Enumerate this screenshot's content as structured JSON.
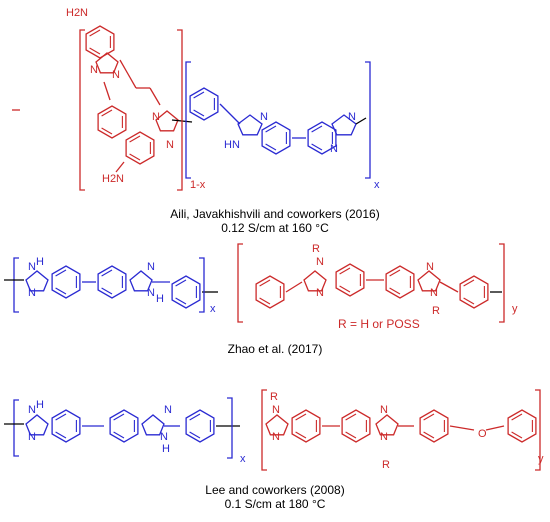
{
  "colors": {
    "red": "#cc2a2a",
    "blue": "#2a2ad2",
    "black": "#000000"
  },
  "structure_1": {
    "nh2_top": "H2N",
    "nh2_bottom": "H2N",
    "sub_1x": "1-x",
    "sub_x": "x",
    "atoms": [
      "N",
      "N",
      "N",
      "N",
      "N",
      "N",
      "HN",
      "N"
    ],
    "caption_line1": "Aili, Javakhishvili and coworkers (2016)",
    "caption_line2": "0.12 S/cm at 160 °C"
  },
  "structure_2": {
    "sub_x": "x",
    "sub_y": "y",
    "r_note": "R = H or POSS",
    "atoms": [
      "H",
      "N",
      "N",
      "N",
      "N",
      "H",
      "R",
      "N",
      "N",
      "N",
      "N",
      "R"
    ],
    "caption": "Zhao et al. (2017)"
  },
  "structure_3": {
    "sub_x": "x",
    "sub_y": "y",
    "oxygen": "O",
    "atoms": [
      "H",
      "N",
      "N",
      "N",
      "N",
      "H",
      "R",
      "N",
      "N",
      "N",
      "N",
      "R"
    ],
    "caption_line1": "Lee and coworkers (2008)",
    "caption_line2": "0.1 S/cm at 180 °C"
  }
}
